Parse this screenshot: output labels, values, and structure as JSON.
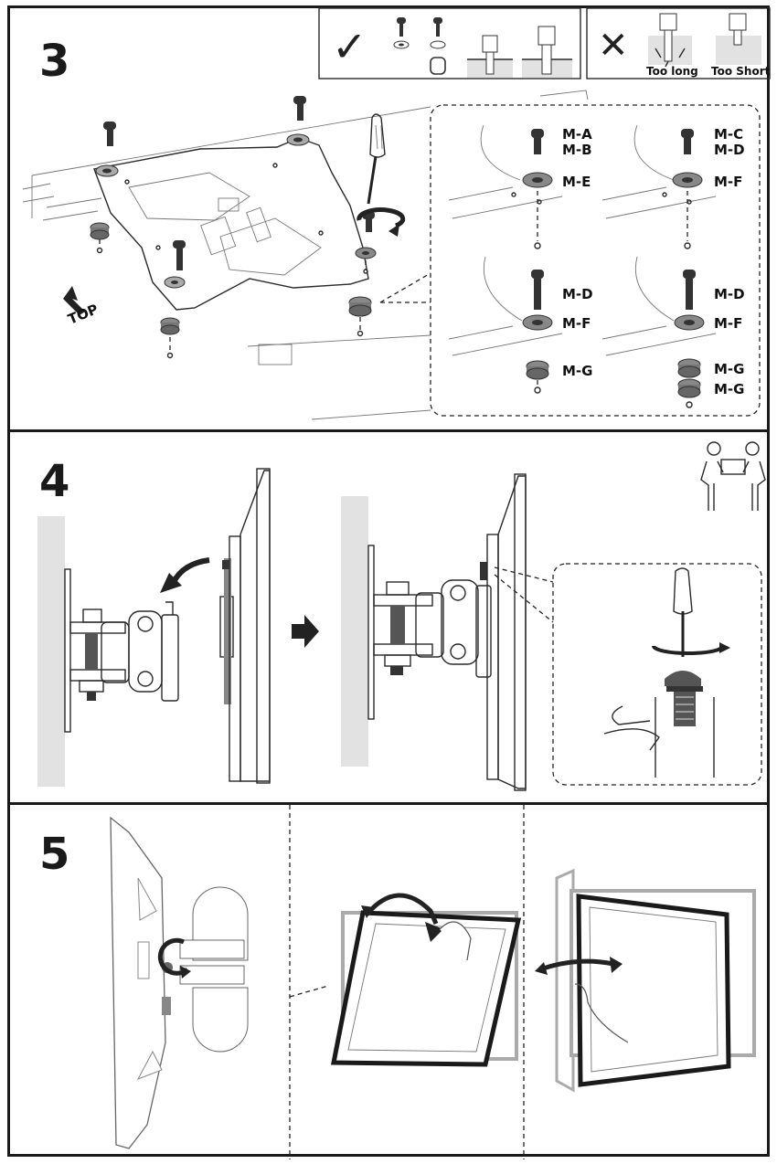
{
  "steps": [
    {
      "number": "3",
      "check_box": {
        "ok_symbol": "✓",
        "bad_symbol": "✕",
        "too_long": "Too long",
        "too_short": "Too Short"
      },
      "orientation_label": "TOP",
      "hardware_callouts": [
        {
          "screw": "M-A",
          "screw2": "M-B",
          "washer": "M-E"
        },
        {
          "screw": "M-C",
          "screw2": "M-D",
          "washer": "M-F"
        },
        {
          "screw": "M-D",
          "washer": "M-F",
          "spacer": "M-G"
        },
        {
          "screw": "M-D",
          "washer": "M-F",
          "spacer": "M-G",
          "spacer2": "M-G"
        }
      ]
    },
    {
      "number": "4"
    },
    {
      "number": "5"
    }
  ],
  "colors": {
    "line": "#2a2a2a",
    "wall": "#e2e2e2",
    "frame": "#1a1a1a"
  }
}
